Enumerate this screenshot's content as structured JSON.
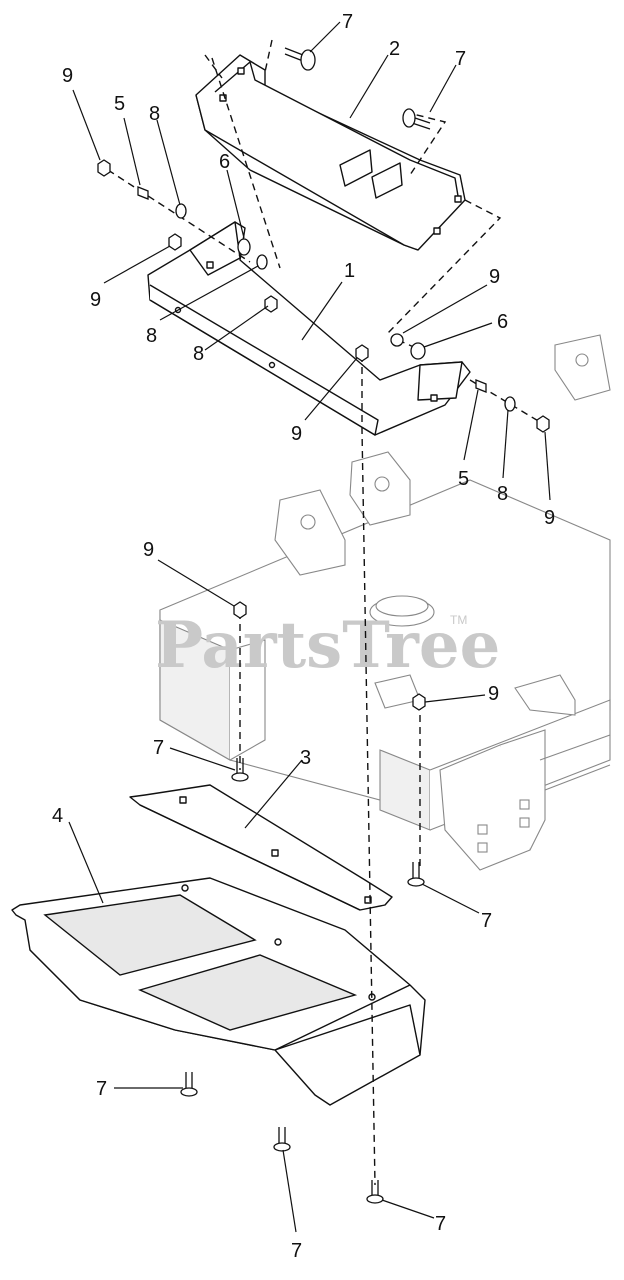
{
  "watermark": {
    "brand": "PartsTree",
    "mark": "TM"
  },
  "callouts": [
    {
      "id": "c-7a",
      "label": "7"
    },
    {
      "id": "c-2",
      "label": "2"
    },
    {
      "id": "c-7b",
      "label": "7"
    },
    {
      "id": "c-9a",
      "label": "9"
    },
    {
      "id": "c-5a",
      "label": "5"
    },
    {
      "id": "c-8a",
      "label": "8"
    },
    {
      "id": "c-6a",
      "label": "6"
    },
    {
      "id": "c-9b",
      "label": "9"
    },
    {
      "id": "c-1",
      "label": "1"
    },
    {
      "id": "c-8b",
      "label": "8"
    },
    {
      "id": "c-9c",
      "label": "9"
    },
    {
      "id": "c-8c",
      "label": "8"
    },
    {
      "id": "c-6b",
      "label": "6"
    },
    {
      "id": "c-9d",
      "label": "9"
    },
    {
      "id": "c-5b",
      "label": "5"
    },
    {
      "id": "c-8d",
      "label": "8"
    },
    {
      "id": "c-9e",
      "label": "9"
    },
    {
      "id": "c-9f",
      "label": "9"
    },
    {
      "id": "c-9g",
      "label": "9"
    },
    {
      "id": "c-7c",
      "label": "7"
    },
    {
      "id": "c-3",
      "label": "3"
    },
    {
      "id": "c-4",
      "label": "4"
    },
    {
      "id": "c-7d",
      "label": "7"
    },
    {
      "id": "c-7e",
      "label": "7"
    },
    {
      "id": "c-7f",
      "label": "7"
    },
    {
      "id": "c-7g",
      "label": "7"
    }
  ]
}
